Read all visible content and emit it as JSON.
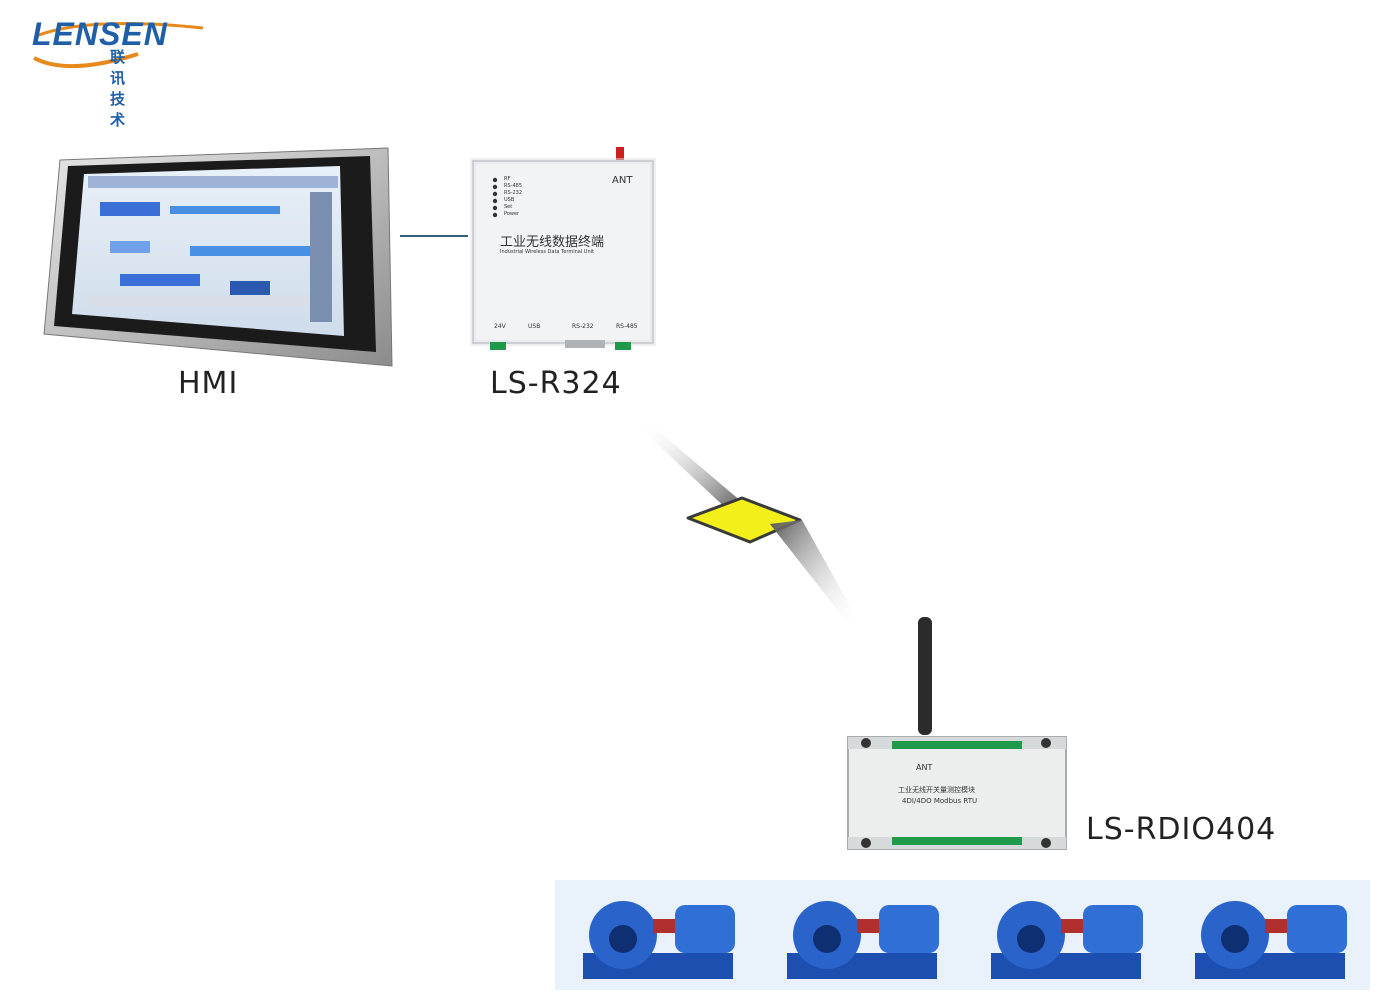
{
  "logo": {
    "brand": "LENSEN",
    "subtitle_cn": "联讯技术",
    "accent_color": "#1f5fa8",
    "swoosh_color": "#e8891c"
  },
  "hmi": {
    "label": "HMI"
  },
  "r324": {
    "label": "LS-R324",
    "ant_label": "ANT",
    "title_cn": "工业无线数据终端",
    "title_en": "Industrial Wireless Data Terminal Unit",
    "indicators": [
      "RF",
      "RS-485",
      "RS-232",
      "USB",
      "Set",
      "Power"
    ],
    "ports": [
      "24V",
      "USB",
      "RS-232",
      "RS-485"
    ]
  },
  "rdio": {
    "label": "LS-RDIO404",
    "ant_label": "ANT",
    "title_cn": "工业无线开关量测控模块",
    "title_en": "4DI/4DO Modbus RTU"
  },
  "wireless_link": {
    "icon": "lightning-bolt-icon",
    "bolt_color": "#f2ef1a"
  },
  "pumps": {
    "count": 4,
    "icon": "water-pump-icon",
    "color": "#2a63c9"
  }
}
